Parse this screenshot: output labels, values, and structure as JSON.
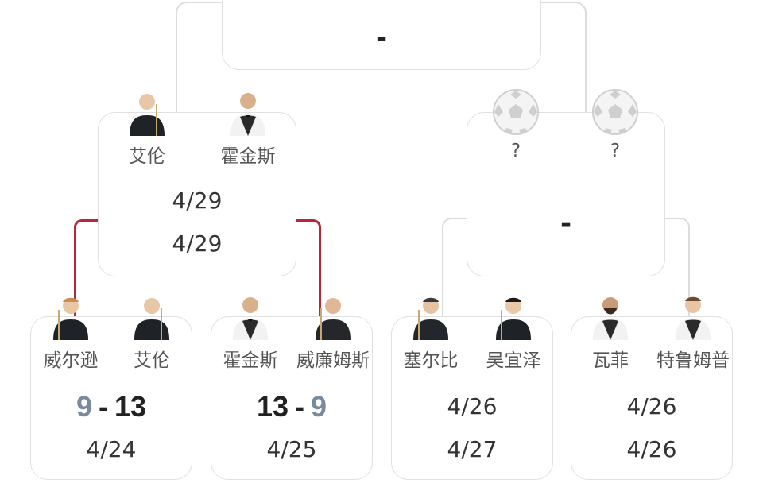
{
  "final": {
    "result": "-"
  },
  "semis": [
    {
      "player1": {
        "name": "艾伦",
        "avatar": "player-photo"
      },
      "player2": {
        "name": "霍金斯",
        "avatar": "player-photo"
      },
      "date1": "4/29",
      "date2": "4/29"
    },
    {
      "player1": {
        "name": "?",
        "avatar": "soccer-ball-icon"
      },
      "player2": {
        "name": "?",
        "avatar": "soccer-ball-icon"
      },
      "result": "-"
    }
  ],
  "quarters": [
    {
      "player1": {
        "name": "威尔逊"
      },
      "player2": {
        "name": "艾伦"
      },
      "score1": "9",
      "score_sep": "-",
      "score2": "13",
      "date": "4/24"
    },
    {
      "player1": {
        "name": "霍金斯"
      },
      "player2": {
        "name": "威廉姆斯"
      },
      "score1": "13",
      "score_sep": "-",
      "score2": "9",
      "date": "4/25"
    },
    {
      "player1": {
        "name": "塞尔比"
      },
      "player2": {
        "name": "吴宜泽"
      },
      "date1": "4/26",
      "date2": "4/27"
    },
    {
      "player1": {
        "name": "瓦菲"
      },
      "player2": {
        "name": "特鲁姆普"
      },
      "date1": "4/26",
      "date2": "4/26"
    }
  ],
  "colors": {
    "winner_path": "#b8263b",
    "connector": "#dcdcdc",
    "loser_score": "#7a8a9e"
  }
}
